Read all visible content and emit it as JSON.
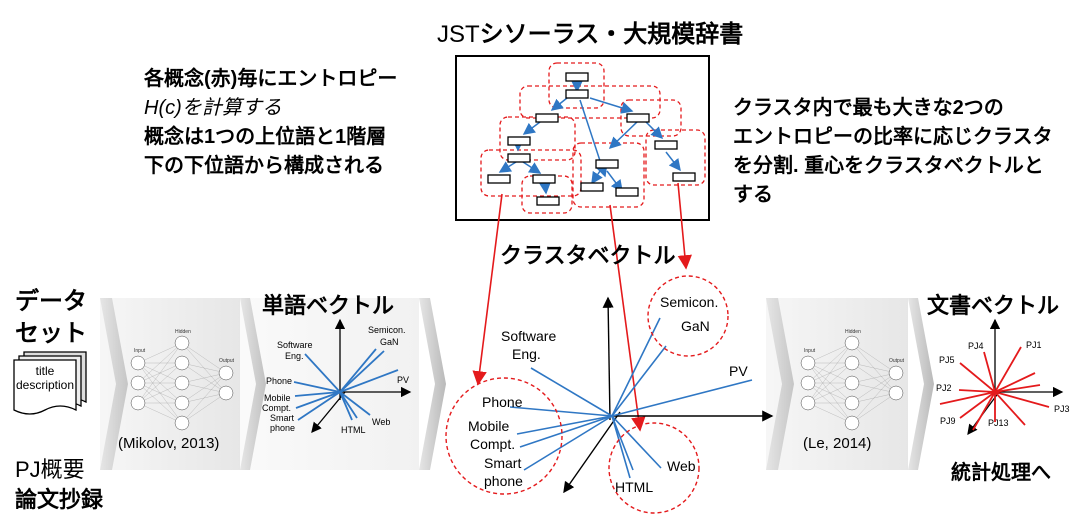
{
  "header": {
    "title_prefix": "JST",
    "title_rest": "シソーラス・大規模辞書"
  },
  "left_note": {
    "line1": "各概念(赤)毎にエントロピー",
    "line2": "H(c)を計算する",
    "line3": "概念は1つの上位語と1階層",
    "line4": "下の下位語から構成される"
  },
  "right_note": {
    "line1": "クラスタ内で最も大きな2つの",
    "line2": "エントロピーの比率に応じクラスタ",
    "line3": "を分割. 重心をクラスタベクトルと",
    "line4": "する"
  },
  "cluster_vector_label": "クラスタベクトル",
  "dataset": {
    "label1": "データ",
    "label2": "セット",
    "doc_line1": "title",
    "doc_line2": "description",
    "bottom1": "PJ概要",
    "bottom2": "論文抄録"
  },
  "nn1": {
    "input": "Input",
    "hidden": "Hidden",
    "output": "Output",
    "citation": "(Mikolov, 2013)"
  },
  "nn2": {
    "input": "Input",
    "hidden": "Hidden",
    "output": "Output",
    "citation": "(Le, 2014)"
  },
  "word_vector": {
    "title": "単語ベクトル",
    "labels": [
      "Semicon.",
      "GaN",
      "Software",
      "Eng.",
      "PV",
      "Phone",
      "Mobile",
      "Compt.",
      "Smart",
      "phone",
      "Web",
      "HTML"
    ]
  },
  "center_space": {
    "labels": [
      "Semicon.",
      "GaN",
      "Software",
      "Eng.",
      "PV",
      "Phone",
      "Mobile",
      "Compt.",
      "Smart",
      "phone",
      "Web",
      "HTML"
    ]
  },
  "doc_vector": {
    "title": "文書ベクトル",
    "labels": [
      "PJ4",
      "PJ1",
      "PJ5",
      "PJ2",
      "PJ9",
      "PJ13",
      "PJ3"
    ],
    "footer": "統計処理へ"
  },
  "colors": {
    "red": "#e41a1c",
    "blue": "#2f77c4",
    "dashed_red": "#e41a1c",
    "chevron": "#c8c8c8"
  }
}
